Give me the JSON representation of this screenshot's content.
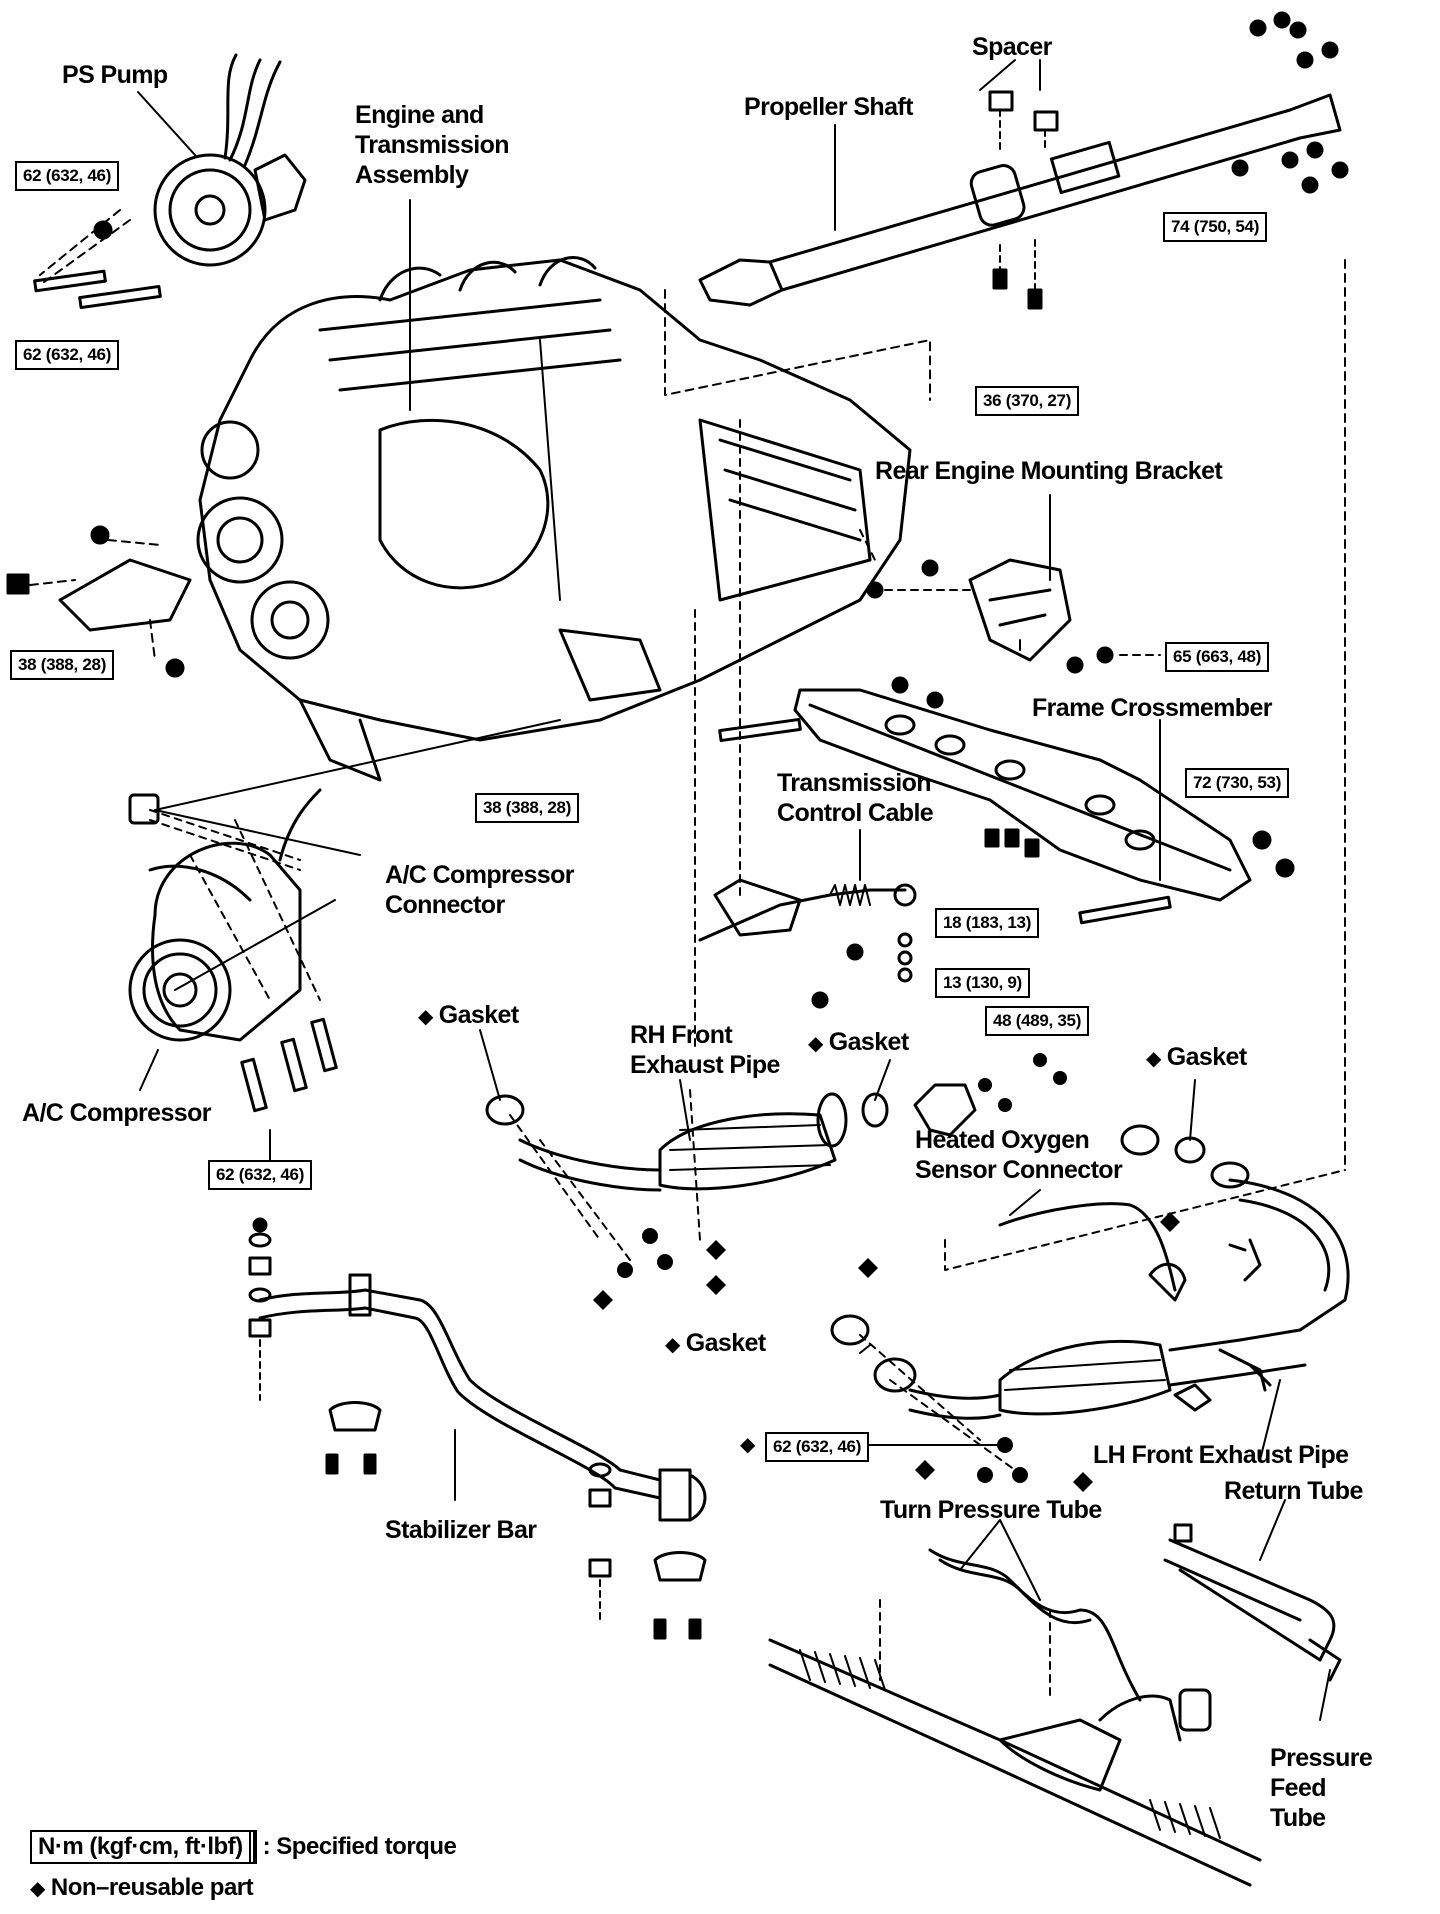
{
  "labels": {
    "ps_pump": "PS Pump",
    "engine_assembly": [
      "Engine and",
      "Transmission",
      "Assembly"
    ],
    "spacer": "Spacer",
    "propeller_shaft": "Propeller Shaft",
    "rear_engine_mounting_bracket": "Rear Engine Mounting Bracket",
    "frame_crossmember": "Frame Crossmember",
    "transmission_control_cable": [
      "Transmission",
      "Control Cable"
    ],
    "ac_compressor_connector": [
      "A/C Compressor",
      "Connector"
    ],
    "ac_compressor": "A/C Compressor",
    "gasket": "Gasket",
    "rh_front_exhaust_pipe": [
      "RH Front",
      "Exhaust Pipe"
    ],
    "heated_oxygen_sensor_connector": [
      "Heated Oxygen",
      "Sensor Connector"
    ],
    "stabilizer_bar": "Stabilizer Bar",
    "lh_front_exhaust_pipe": "LH Front Exhaust Pipe",
    "return_tube": "Return Tube",
    "turn_pressure_tube": "Turn Pressure Tube",
    "pressure_feed_tube": [
      "Pressure",
      "Feed",
      "Tube"
    ]
  },
  "torques": {
    "ps_pump_upper": "62 (632, 46)",
    "ps_pump_lower": "62 (632, 46)",
    "propeller_rear": "74 (750, 54)",
    "propeller_center": "36 (370, 27)",
    "engine_left": "38 (388, 28)",
    "engine_bottom": "38 (388, 28)",
    "rear_mount": "65 (663, 48)",
    "crossmember_right": "72 (730, 53)",
    "crossmember_center": "18 (183, 13)",
    "control_cable": "13 (130, 9)",
    "exhaust_flange": "48 (489, 35)",
    "ac_compressor": "62 (632, 46)",
    "lh_exhaust": "62 (632, 46)"
  },
  "legend": {
    "unit_box": "N·m (kgf·cm, ft·lbf)",
    "unit_text": ": Specified torque",
    "diamond_symbol": "◆",
    "non_reusable": "Non–reusable part"
  }
}
